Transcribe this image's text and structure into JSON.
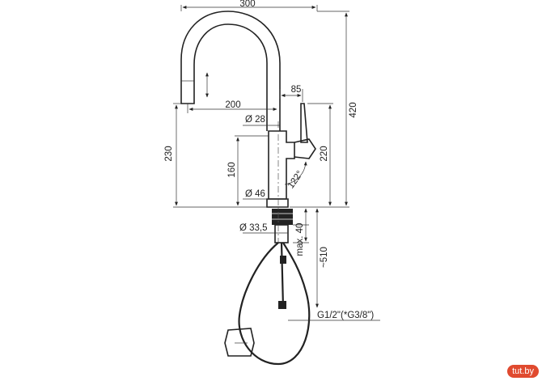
{
  "dimensions": {
    "width_total": "300",
    "reach": "200",
    "handle_offset": "85",
    "height_total": "420",
    "height_spout": "230",
    "height_handle": "220",
    "body_height": "160",
    "diameter_top": "Ø 28",
    "diameter_base": "Ø 46",
    "diameter_thread": "Ø 33,5",
    "max_depth": "max. 40",
    "hose_length": "~510",
    "connection": "G1/2\"(*G3/8\")",
    "angle": "122°"
  },
  "watermark": {
    "text": "tut.by"
  }
}
